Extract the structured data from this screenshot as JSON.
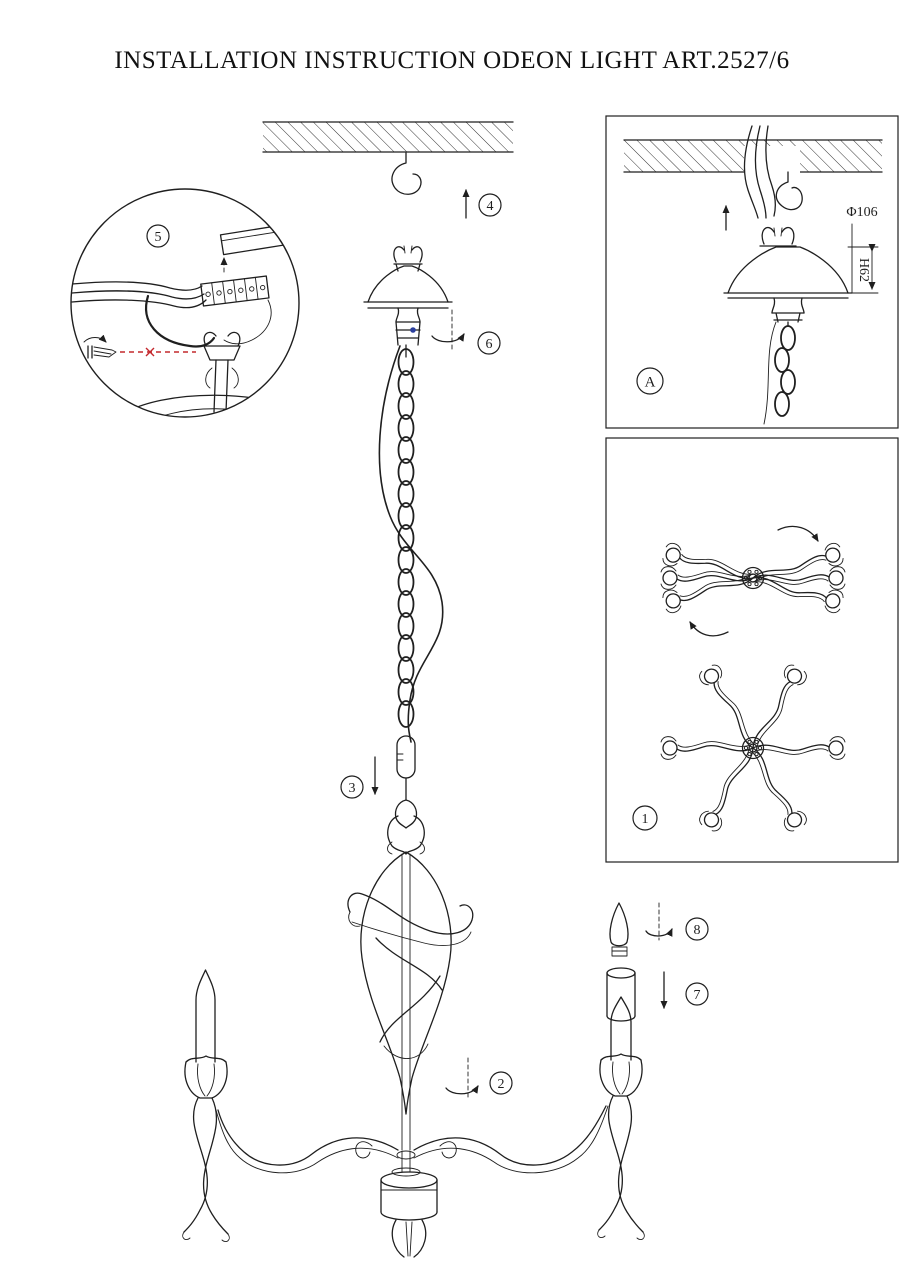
{
  "title": "INSTALLATION INSTRUCTION ODEON LIGHT ART.2527/6",
  "callouts": {
    "n1": "1",
    "n2": "2",
    "n3": "3",
    "n4": "4",
    "n5": "5",
    "n6": "6",
    "n7": "7",
    "n8": "8",
    "a": "A"
  },
  "dimensions": {
    "diameter": "Φ106",
    "height": "H62"
  },
  "colors": {
    "line": "#1f1f1f",
    "red": "#c4282d",
    "blue": "#2b3f9e"
  },
  "icons": {
    "ceiling": "hatched-ceiling",
    "hook": "ceiling-hook",
    "canopy": "ceiling-canopy",
    "chain": "suspension-chain",
    "quick_link": "quick-link",
    "bulb": "candle-bulb",
    "sleeve": "candle-sleeve"
  }
}
